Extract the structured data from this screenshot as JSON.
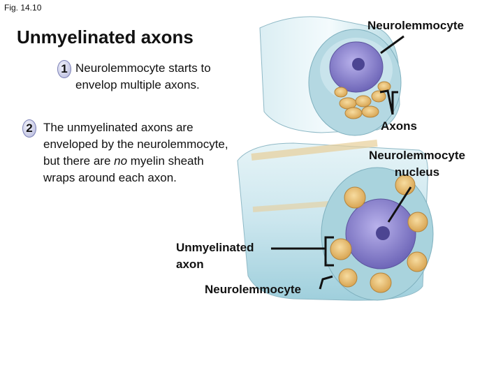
{
  "figure": {
    "label": "Fig. 14.10",
    "title": "Unmyelinated axons"
  },
  "steps": [
    {
      "number": "1",
      "text": "Neurolemmocyte starts to\nenvelop multiple axons."
    },
    {
      "number": "2",
      "text": "The unmyelinated axons are\nenveloped by the neurolemmocyte,\nbut there are ",
      "emphasis": "no",
      "text_after": " myelin sheath\nwraps around each axon."
    }
  ],
  "labels": {
    "top_neurolemmocyte": "Neurolemmocyte",
    "axons": "Axons",
    "nucleus": "Neurolemmocyte\nnucleus",
    "unmyelinated_axon": "Unmyelinated\naxon",
    "bottom_neurolemmocyte": "Neurolemmocyte"
  },
  "colors": {
    "cytoplasm": "#a9d3dd",
    "cell_body": "#c8e3ea",
    "nucleus": "#8e86cf",
    "axon": "#f0c77a",
    "leader_line": "#111111"
  }
}
